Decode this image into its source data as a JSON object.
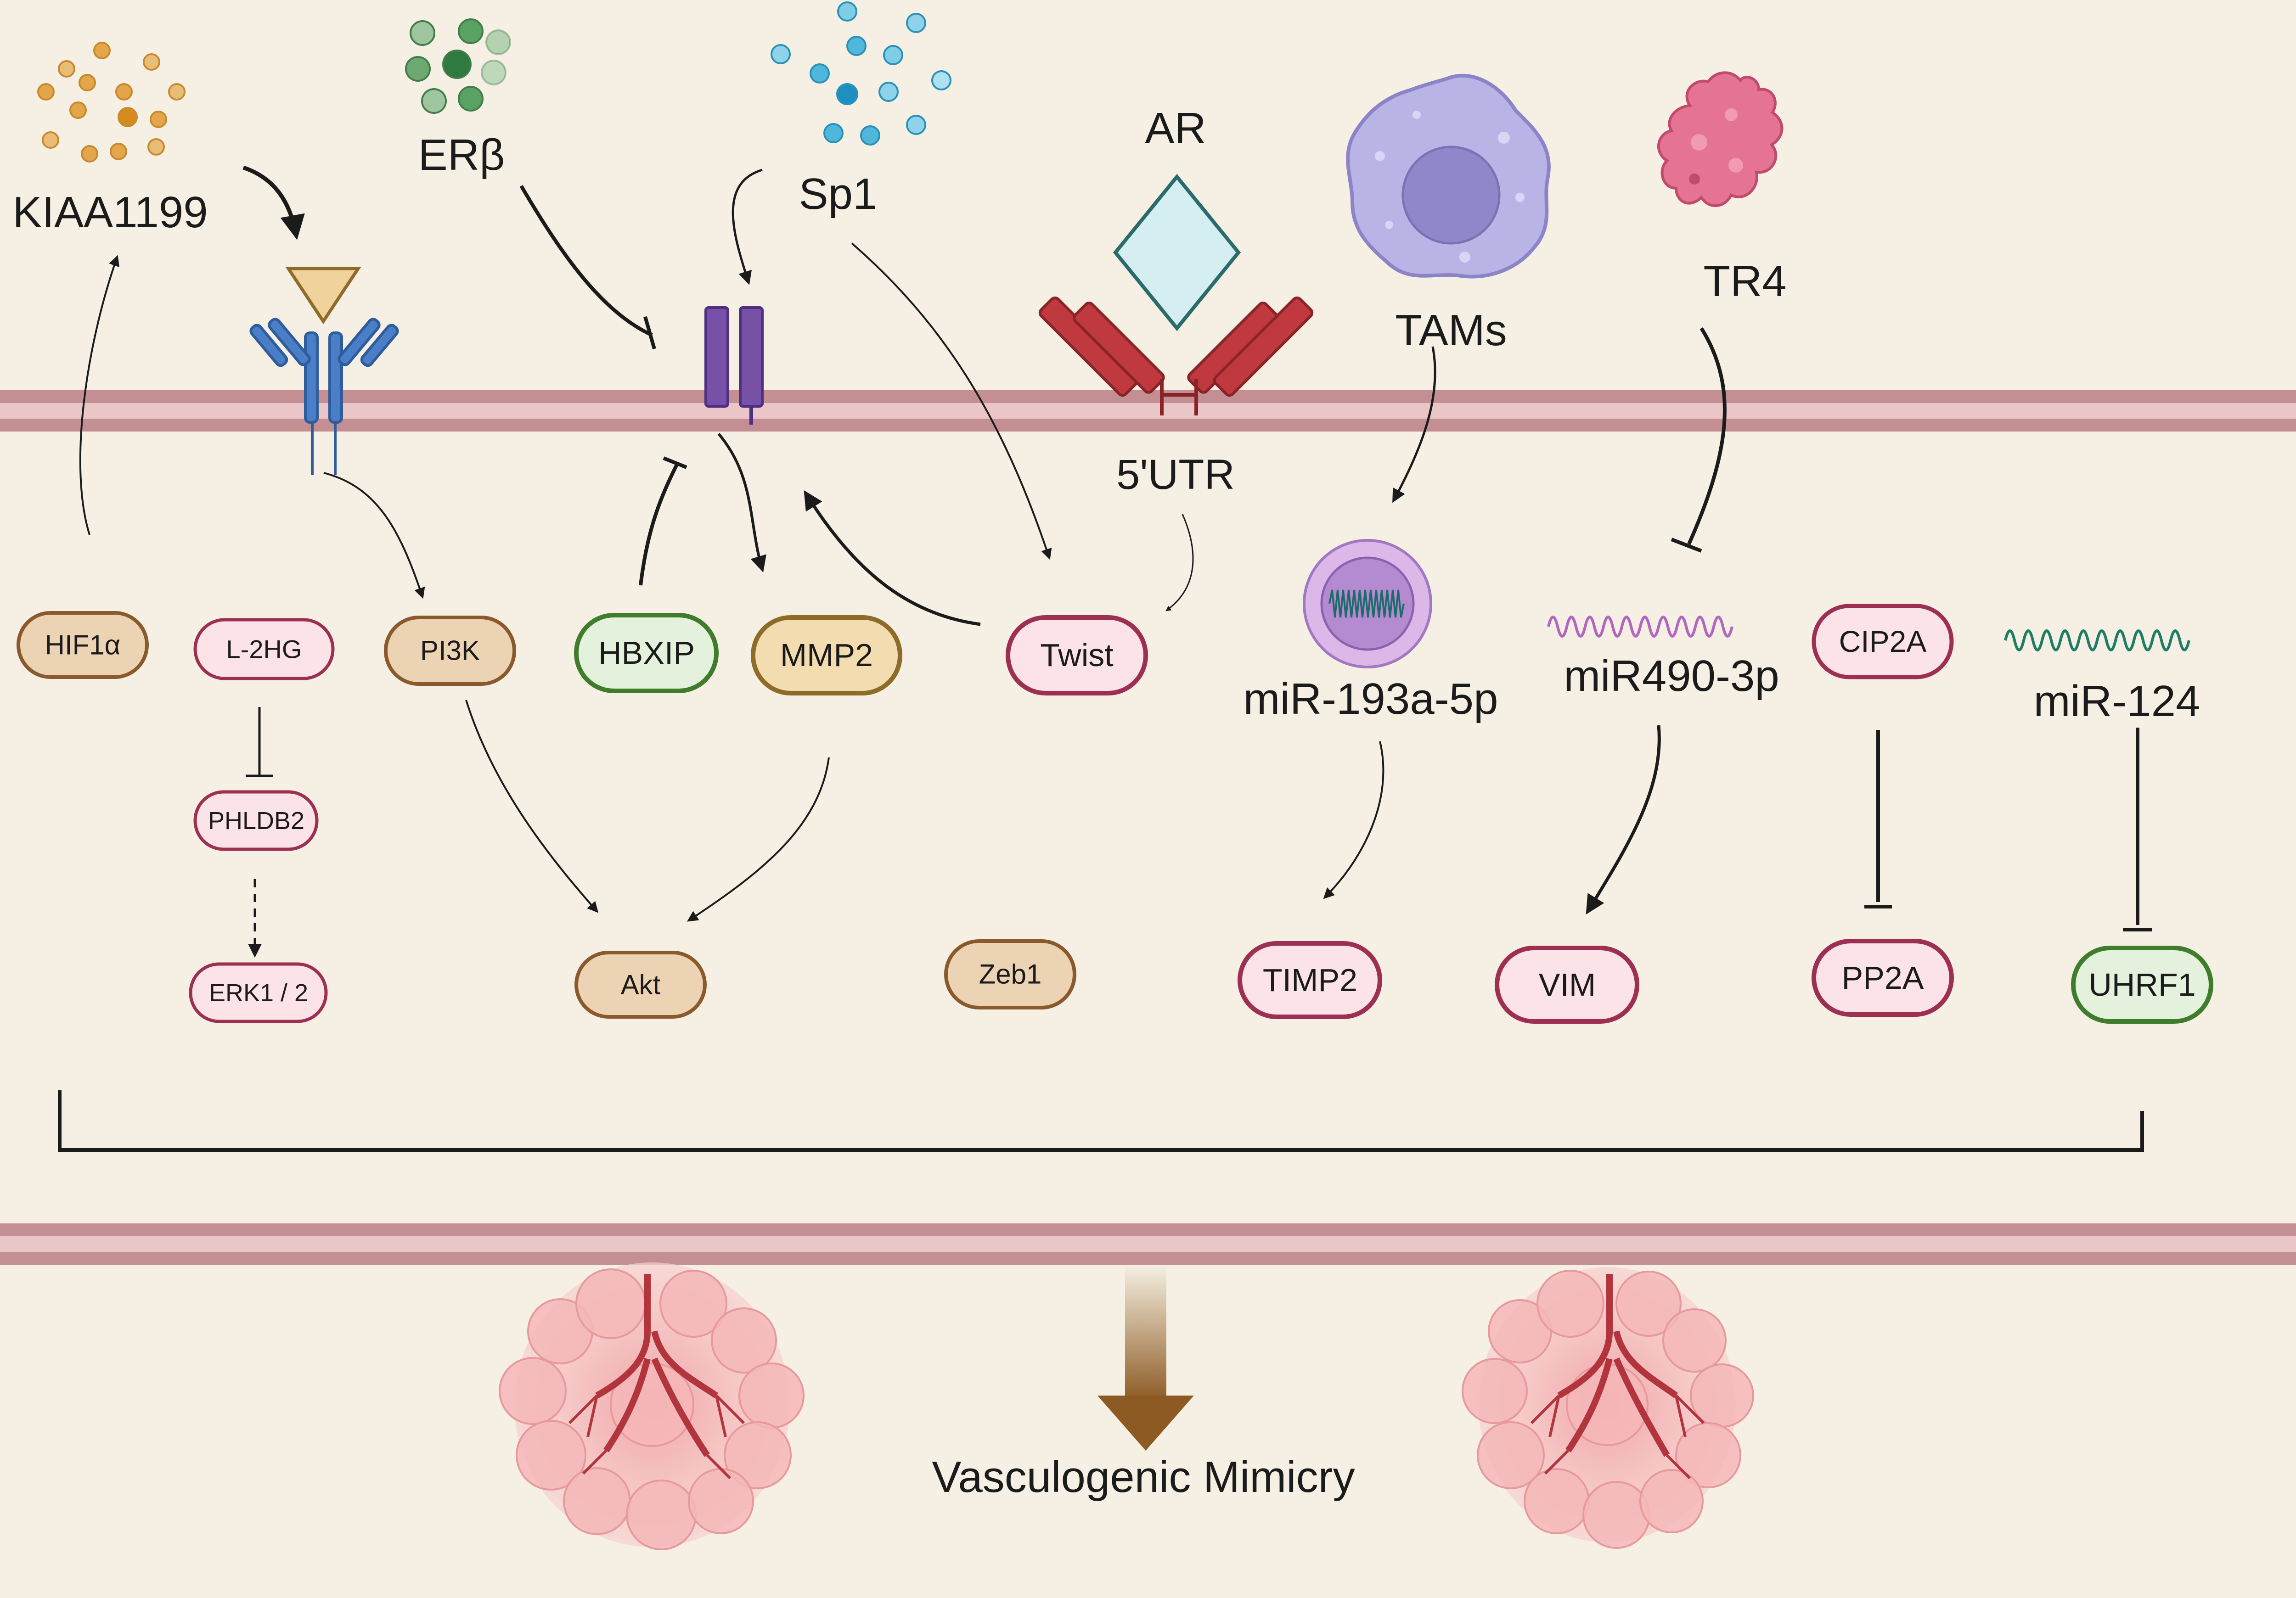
{
  "labels": {
    "kiaa": "KIAA1199",
    "erb": "ERβ",
    "sp1": "Sp1",
    "ar": "AR",
    "tams": "TAMs",
    "tr4": "TR4",
    "utr": "5'UTR",
    "mir193": "miR-193a-5p",
    "mir490": "miR490-3p",
    "mir124": "miR-124",
    "vm": "Vasculogenic Mimicry"
  },
  "nodes": {
    "hif1a": "HIF1α",
    "l2hg": "L-2HG",
    "pi3k": "PI3K",
    "hbxip": "HBXIP",
    "mmp2": "MMP2",
    "twist": "Twist",
    "cip2a": "CIP2A",
    "phldb2": "PHLDB2",
    "erk": "ERK1 / 2",
    "akt": "Akt",
    "zeb1": "Zeb1",
    "timp2": "TIMP2",
    "vim": "VIM",
    "pp2a": "PP2A",
    "uhrf1": "UHRF1"
  },
  "colors": {
    "background": "#f5f0e3",
    "membrane": "#c48f93",
    "membrane_stripe": "#eac6c8",
    "brown_fill": "#ecd3b3",
    "brown_stroke": "#8a5a2c",
    "pink_fill": "#fbe3e7",
    "pink_stroke": "#9c2f52",
    "green_fill": "#e4f2dd",
    "green_stroke": "#3f7d2c",
    "yellow_fill": "#f3ddb0",
    "yellow_stroke": "#8f6b2a",
    "arrow_brown": "#8c5a22"
  }
}
